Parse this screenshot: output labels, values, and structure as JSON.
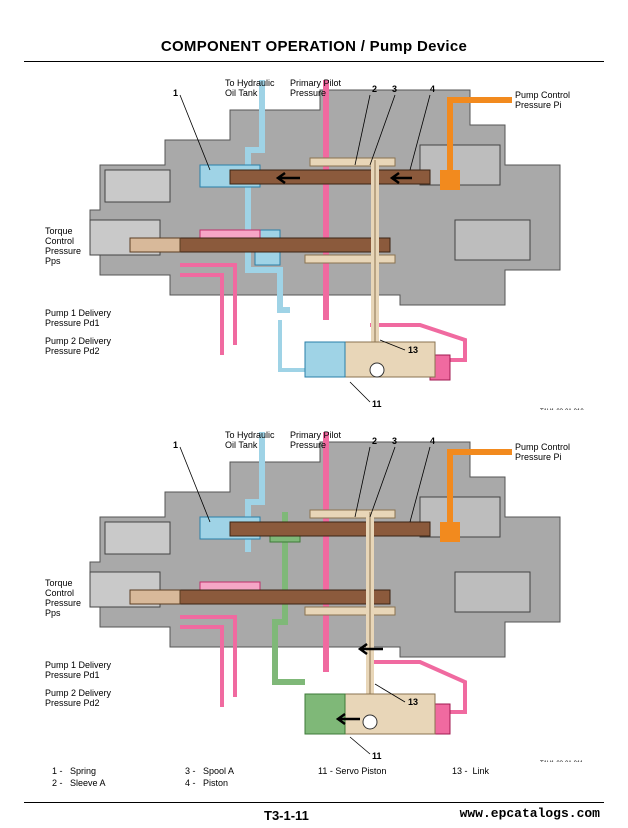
{
  "page": {
    "title": "COMPONENT OPERATION / Pump Device",
    "page_number": "T3-1-11",
    "watermark": "www.epcatalogs.com"
  },
  "colors": {
    "housing": "#a9a9a9",
    "housing_dark": "#7d7d7d",
    "tank_line": "#9fd3e6",
    "pilot_line": "#f06aa0",
    "control_line": "#f28a1e",
    "spool": "#8b5a3c",
    "link": "#e8d6b8",
    "servo_green": "#7fb878"
  },
  "diagrams": [
    {
      "labels": {
        "tank": [
          "To Hydraulic",
          "Oil Tank"
        ],
        "pilot": [
          "Primary Pilot",
          "Pressure"
        ],
        "control": [
          "Pump Control",
          "Pressure Pi"
        ],
        "torque": [
          "Torque",
          "Control",
          "Pressure",
          "Pps"
        ],
        "pd1": [
          "Pump 1 Delivery",
          "Pressure Pd1"
        ],
        "pd2": [
          "Pump 2 Delivery",
          "Pressure Pd2"
        ],
        "num_1": "1",
        "num_2": "2",
        "num_3": "3",
        "num_4": "4",
        "num_11": "11",
        "num_13": "13",
        "figure_id": "T1V1-03-01-010"
      }
    },
    {
      "labels": {
        "tank": [
          "To Hydraulic",
          "Oil Tank"
        ],
        "pilot": [
          "Primary Pilot",
          "Pressure"
        ],
        "control": [
          "Pump Control",
          "Pressure Pi"
        ],
        "torque": [
          "Torque",
          "Control",
          "Pressure",
          "Pps"
        ],
        "pd1": [
          "Pump 1 Delivery",
          "Pressure Pd1"
        ],
        "pd2": [
          "Pump 2 Delivery",
          "Pressure Pd2"
        ],
        "num_1": "1",
        "num_2": "2",
        "num_3": "3",
        "num_4": "4",
        "num_11": "11",
        "num_13": "13",
        "figure_id": "T1V1-03-01-011"
      }
    }
  ],
  "legend": {
    "col1": [
      "1 -   Spring",
      "2 -   Sleeve A"
    ],
    "col2": [
      "3 -   Spool A",
      "4 -   Piston"
    ],
    "col3": [
      "11 - Servo Piston"
    ],
    "col4": [
      "13 -  Link"
    ]
  }
}
